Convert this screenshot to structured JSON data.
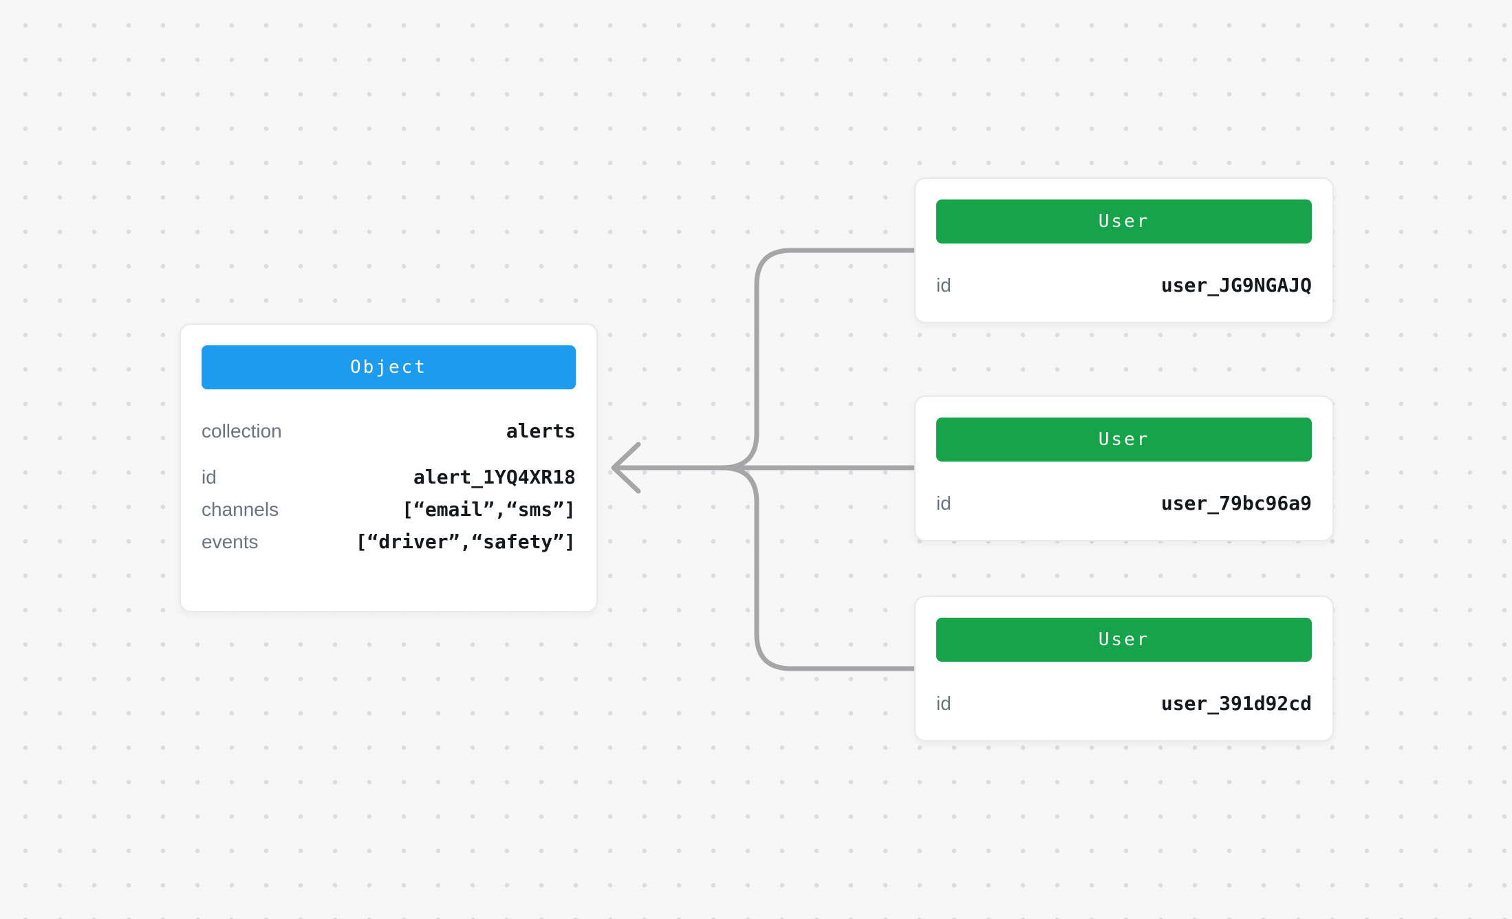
{
  "canvas": {
    "background_color": "#f7f7f8",
    "dot_grid_color": "#dcdce1"
  },
  "object_card": {
    "header": {
      "label": "Object",
      "color": "#1d9bf0"
    },
    "rows": [
      {
        "label": "collection",
        "value": "alerts"
      },
      {
        "label": "id",
        "value": "alert_1YQ4XR18"
      },
      {
        "label": "channels",
        "value": "[“email”,“sms”]"
      },
      {
        "label": "events",
        "value": "[“driver”,“safety”]"
      }
    ]
  },
  "user_cards": [
    {
      "header": {
        "label": "User",
        "color": "#16a34a"
      },
      "rows": [
        {
          "label": "id",
          "value": "user_JG9NGAJQ"
        }
      ]
    },
    {
      "header": {
        "label": "User",
        "color": "#16a34a"
      },
      "rows": [
        {
          "label": "id",
          "value": "user_79bc96a9"
        }
      ]
    },
    {
      "header": {
        "label": "User",
        "color": "#16a34a"
      },
      "rows": [
        {
          "label": "id",
          "value": "user_391d92cd"
        }
      ]
    }
  ],
  "connector": {
    "color": "#a6a6a8",
    "arrow_direction": "left"
  }
}
